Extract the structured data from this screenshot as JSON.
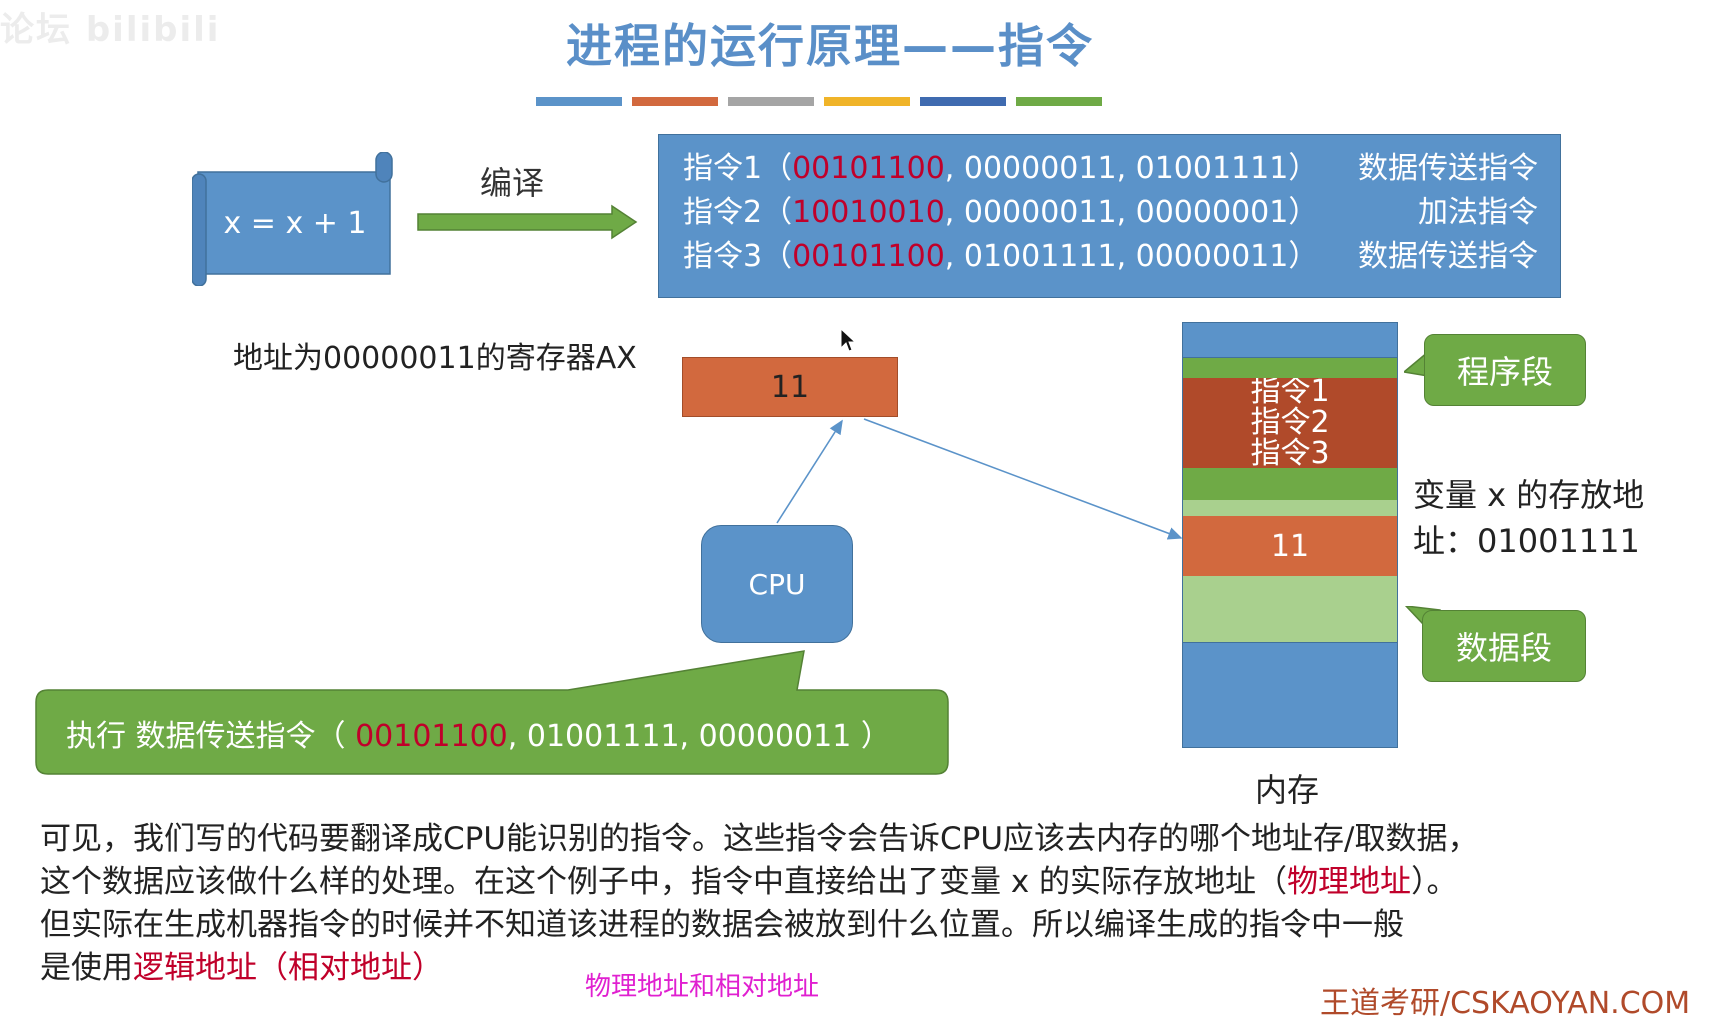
{
  "watermark": "论坛 bilibili",
  "title": "进程的运行原理——指令",
  "color_bar_colors": [
    "#5b93c9",
    "#d2693e",
    "#a5a5a5",
    "#f0b429",
    "#3f6bb0",
    "#6faa46"
  ],
  "source": {
    "code": "x = x + 1"
  },
  "compile_label": "编译",
  "instructions": [
    {
      "prefix": "指令1（",
      "opcode": "00101100",
      "operands": ", 00000011, 01001111）",
      "desc": "数据传送指令"
    },
    {
      "prefix": "指令2（",
      "opcode": "10010010",
      "operands": ", 00000011, 00000001）",
      "desc": "加法指令"
    },
    {
      "prefix": "指令3（",
      "opcode": "00101100",
      "operands": ", 01001111, 00000011）",
      "desc": "数据传送指令"
    }
  ],
  "register": {
    "label": "地址为00000011的寄存器AX",
    "value": "11"
  },
  "cpu_label": "CPU",
  "execute": {
    "prefix": "执行  数据传送指令（ ",
    "opcode": "00101100",
    "operands": ", 01001111, 00000011 ）"
  },
  "memory": {
    "label": "内存",
    "inst_labels": [
      "指令1",
      "指令2",
      "指令3"
    ],
    "value": "11",
    "program_segment": "程序段",
    "data_segment": "数据段",
    "variable_address_line1": "变量 x 的存放地",
    "variable_address_line2": "址：01001111"
  },
  "paragraph": {
    "line1": "可见，我们写的代码要翻译成CPU能识别的指令。这些指令会告诉CPU应该去内存的哪个地址存/取数据，",
    "line2_a": "这个数据应该做什么样的处理。在这个例子中，指令中直接给出了变量 x 的实际存放地址（",
    "line2_red": "物理地址",
    "line2_b": "）。",
    "line3": "但实际在生成机器指令的时候并不知道该进程的数据会被放到什么位置。所以编译生成的指令中一般",
    "line4_a": "是使用",
    "line4_red": "逻辑地址（相对地址）"
  },
  "note": "物理地址和相对地址",
  "brand": "王道考研/CSKAOYAN.COM"
}
